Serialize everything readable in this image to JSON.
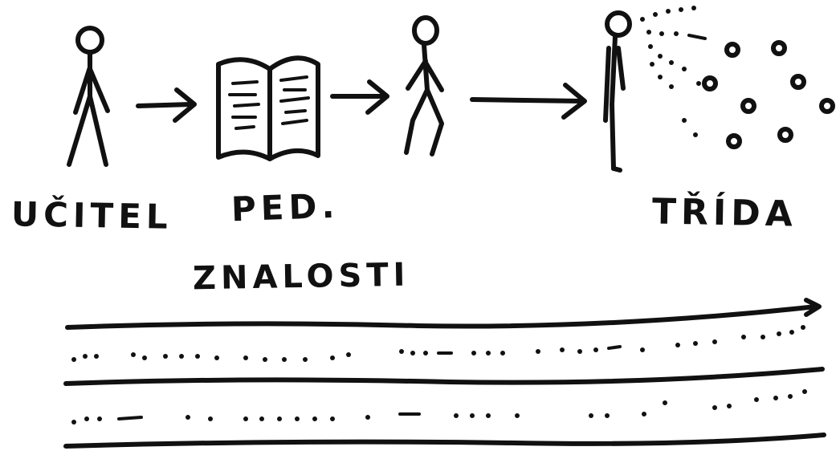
{
  "labels": {
    "teacher": "UČITEL",
    "ped": "PED.",
    "znalosti": "ZNALOSTI",
    "trida": "TŘÍDA"
  },
  "colors": {
    "ink": "#111111",
    "background": "#ffffff"
  }
}
